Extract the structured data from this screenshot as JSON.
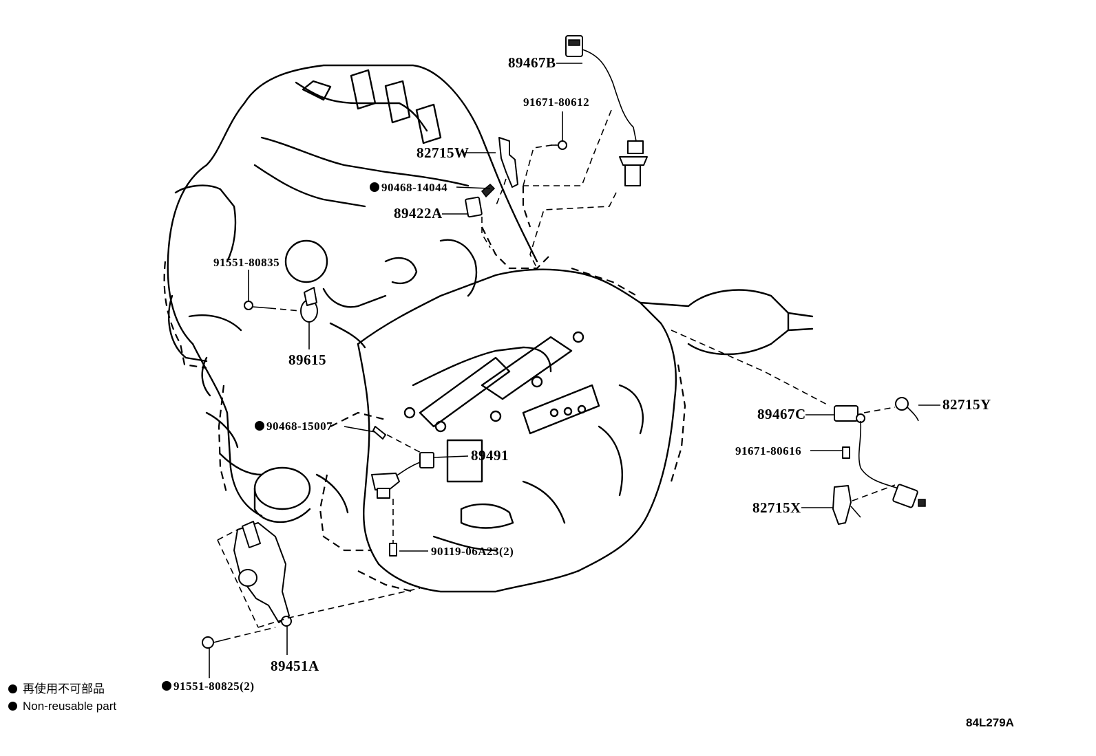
{
  "parts": [
    {
      "id": "p1",
      "number": "89467B",
      "size": "big",
      "nonreusable": false
    },
    {
      "id": "p2",
      "number": "91671-80612",
      "size": "small",
      "nonreusable": false
    },
    {
      "id": "p3",
      "number": "82715W",
      "size": "big",
      "nonreusable": false
    },
    {
      "id": "p4",
      "number": "90468-14044",
      "size": "small",
      "nonreusable": true
    },
    {
      "id": "p5",
      "number": "89422A",
      "size": "big",
      "nonreusable": false
    },
    {
      "id": "p6",
      "number": "91551-80835",
      "size": "small",
      "nonreusable": false
    },
    {
      "id": "p7",
      "number": "89615",
      "size": "big",
      "nonreusable": false
    },
    {
      "id": "p8",
      "number": "90468-15007",
      "size": "small",
      "nonreusable": true
    },
    {
      "id": "p9",
      "number": "89491",
      "size": "big",
      "nonreusable": false
    },
    {
      "id": "p10",
      "number": "89467C",
      "size": "big",
      "nonreusable": false
    },
    {
      "id": "p11",
      "number": "82715Y",
      "size": "big",
      "nonreusable": false
    },
    {
      "id": "p12",
      "number": "91671-80616",
      "size": "small",
      "nonreusable": false
    },
    {
      "id": "p13",
      "number": "82715X",
      "size": "big",
      "nonreusable": false
    },
    {
      "id": "p14",
      "number": "90119-06A23(2)",
      "size": "small",
      "nonreusable": false
    },
    {
      "id": "p15",
      "number": "89451A",
      "size": "big",
      "nonreusable": false
    },
    {
      "id": "p16",
      "number": "91551-80825(2)",
      "size": "small",
      "nonreusable": true
    }
  ],
  "legend": {
    "line_japanese": "再使用不可部品",
    "line_english": "Non-reusable part"
  },
  "figure_code": "84L279A"
}
